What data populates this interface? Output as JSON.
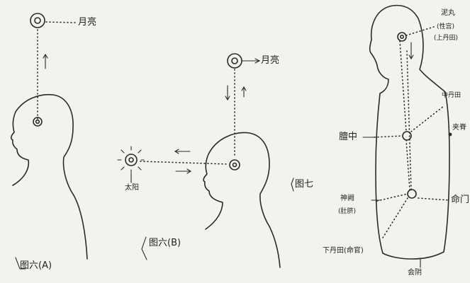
{
  "labels": {
    "moon_a": "月亮",
    "moon_b": "月亮",
    "sun": "太阳",
    "fig_6a": "图六(A)",
    "fig_6b": "图六(B)",
    "fig_7": "图七",
    "niwan": "泥丸",
    "xinggong": "(性宫)",
    "shangdantian": "(上丹田)",
    "zhongdantian": "中丹田",
    "jiaji": "夹脊",
    "tanzhong": "膻中",
    "shenque": "神阙",
    "duqi": "(肚脐)",
    "mingmen": "命门",
    "xiadantian": "下丹田(命官)",
    "huiyin": "会阴"
  }
}
